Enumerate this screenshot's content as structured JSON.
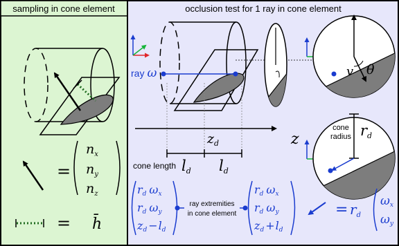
{
  "panels": {
    "left_title": "sampling in cone element",
    "right_title": "occlusion test for 1 ray in cone element"
  },
  "labels": {
    "ray": "ray",
    "omega": "ω",
    "z": "z",
    "zd_main": "z",
    "zd_sub": "d",
    "ld_main": "l",
    "ld_sub": "d",
    "cone_length": "cone length",
    "cone_radius_line1": "cone",
    "cone_radius_line2": "radius",
    "rd_main": "r",
    "rd_sub": "d",
    "theta": "θ",
    "v": "v",
    "ray_extremities_line1": "ray extremities",
    "ray_extremities_line2": "in cone element"
  },
  "equations": {
    "equals": "=",
    "normal": {
      "n_main": "n",
      "subs": [
        "x",
        "y",
        "z"
      ]
    },
    "hbar": "h̄",
    "vec_start": [
      "r",
      "r",
      "z"
    ],
    "vec_start_mid": [
      "ω",
      "ω",
      "−"
    ],
    "vec_start_tail": [
      "",
      "",
      "l"
    ],
    "vec_start_subs": [
      "d",
      "d",
      "d"
    ],
    "vec_end_ops": [
      "",
      "",
      "+"
    ],
    "omega_subs": [
      "x",
      "y"
    ],
    "result_r": "r",
    "result_r_sub": "d"
  },
  "colors": {
    "left_bg": "#dcf5d2",
    "right_bg": "#e7e7fb",
    "border": "#000000",
    "blue": "#1a3ccf",
    "dark_green": "#1f6b1f",
    "axis_green": "#17b53a",
    "axis_red": "#e0262a",
    "shade": "#7d7d7d",
    "shade_light": "#a3a3a3"
  }
}
